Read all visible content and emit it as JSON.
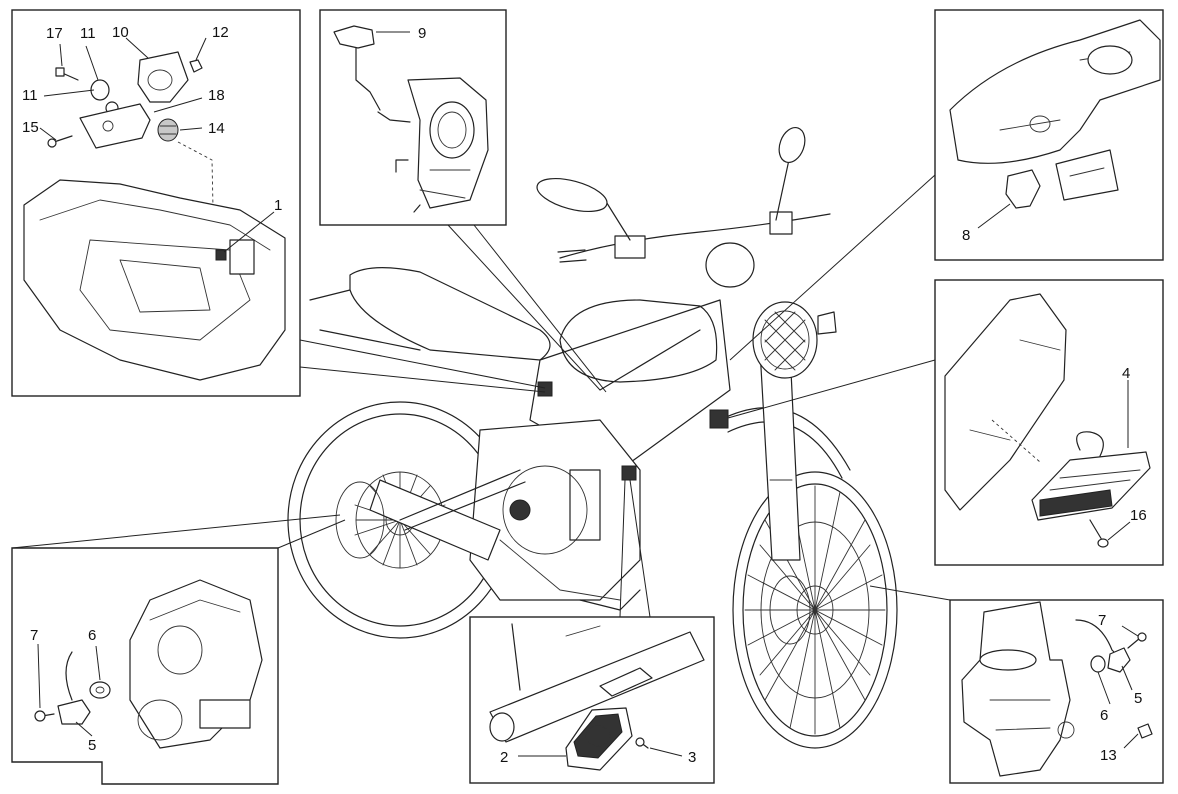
{
  "callouts": {
    "c17": "17",
    "c11a": "11",
    "c10": "10",
    "c12": "12",
    "c11b": "11",
    "c18": "18",
    "c15": "15",
    "c14": "14",
    "c1": "1",
    "c9": "9",
    "c8": "8",
    "c4": "4",
    "c16": "16",
    "c7a": "7",
    "c6a": "6",
    "c5a": "5",
    "c2": "2",
    "c3": "3",
    "c7b": "7",
    "c5b": "5",
    "c6b": "6",
    "c13": "13"
  }
}
